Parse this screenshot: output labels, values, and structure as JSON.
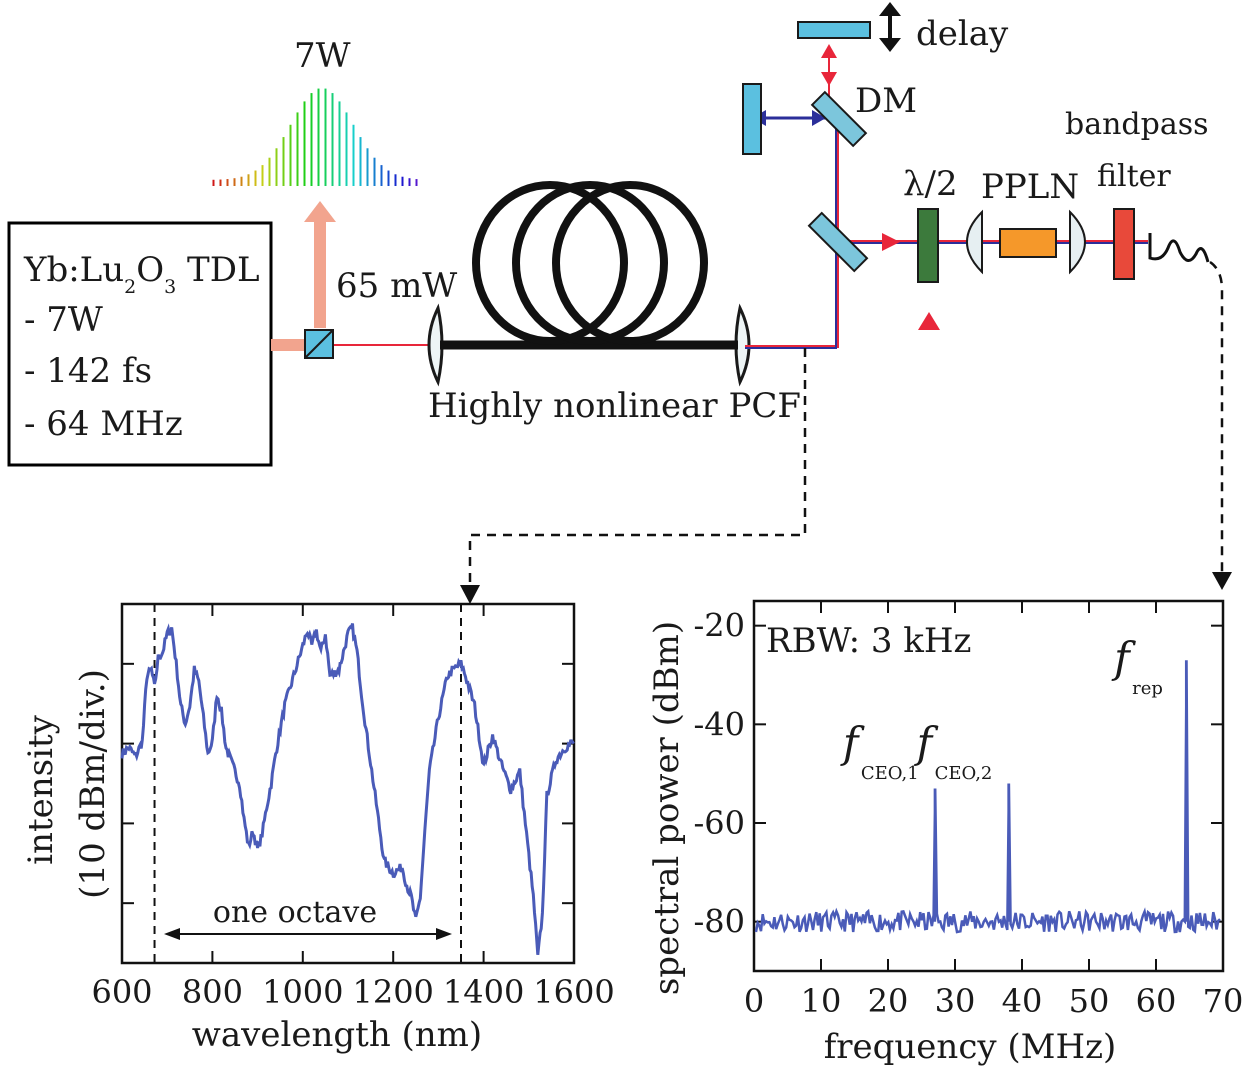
{
  "laser": {
    "name_parts": [
      "Yb:Lu",
      "2",
      "O",
      "3",
      " TDL"
    ],
    "specs": [
      "- 7W",
      "- 142 fs",
      "- 64 MHz"
    ]
  },
  "labels": {
    "comb_power": "7W",
    "fiber_power": "65 mW",
    "fiber": "Highly nonlinear PCF",
    "delay": "delay",
    "dm": "DM",
    "halfwave": "λ/2",
    "ppln": "PPLN",
    "bandpass_line1": "bandpass",
    "bandpass_line2": "filter"
  },
  "colors": {
    "trace": "#4a5bb8",
    "beam_red": "#e8263a",
    "beam_blue": "#2b2f9a",
    "mirror": "#5bc0e0",
    "halfwave_plate": "#3c7a3c",
    "ppln_crystal": "#f5982a",
    "filter": "#e8493a",
    "beam_pump": "#f2a48e"
  },
  "chart_data": [
    {
      "type": "line",
      "title": "",
      "xlabel": "wavelength (nm)",
      "ylabel_line1": "intensity",
      "ylabel_line2": "(10 dBm/div.)",
      "xlim": [
        600,
        1600
      ],
      "x_ticks": [
        600,
        800,
        1000,
        1200,
        1400,
        1600
      ],
      "y_divisions": 5,
      "annotation": "one octave",
      "octave_markers": [
        672,
        1350
      ],
      "series": [
        {
          "x": [
            600,
            615,
            630,
            645,
            655,
            665,
            672,
            680,
            690,
            700,
            710,
            720,
            730,
            740,
            750,
            760,
            770,
            780,
            790,
            800,
            810,
            820,
            830,
            840,
            850,
            860,
            870,
            880,
            890,
            900,
            910,
            920,
            930,
            940,
            960,
            980,
            1000,
            1010,
            1020,
            1030,
            1040,
            1050,
            1060,
            1080,
            1100,
            1110,
            1120,
            1130,
            1140,
            1160,
            1180,
            1200,
            1220,
            1230,
            1240,
            1250,
            1260,
            1270,
            1280,
            1300,
            1320,
            1340,
            1350,
            1360,
            1380,
            1400,
            1420,
            1440,
            1460,
            1480,
            1500,
            1510,
            1520,
            1530,
            1540,
            1560,
            1580,
            1600
          ],
          "y": [
            -35.0,
            -34.0,
            -35.5,
            -33.0,
            -22.0,
            -21.0,
            -24.0,
            -19.0,
            -18.0,
            -15.0,
            -14.0,
            -20.0,
            -27.0,
            -30.0,
            -27.0,
            -21.0,
            -23.0,
            -29.0,
            -35.0,
            -33.0,
            -25.0,
            -28.0,
            -34.0,
            -36.0,
            -38.0,
            -40.0,
            -46.0,
            -50.5,
            -48.0,
            -51.0,
            -48.5,
            -44.0,
            -40.0,
            -35.0,
            -27.0,
            -22.0,
            -17.0,
            -14.5,
            -17.0,
            -14.5,
            -18.0,
            -15.0,
            -22.0,
            -21.0,
            -15.0,
            -14.0,
            -18.0,
            -25.0,
            -31.0,
            -42.0,
            -53.0,
            -55.0,
            -54.0,
            -57.0,
            -59.0,
            -63.0,
            -59.0,
            -48.0,
            -38.0,
            -29.0,
            -22.0,
            -20.5,
            -20.0,
            -22.0,
            -27.0,
            -37.0,
            -32.0,
            -37.0,
            -41.0,
            -38.0,
            -52.0,
            -59.0,
            -69.0,
            -62.0,
            -42.0,
            -36.0,
            -34.0,
            -33.0
          ]
        }
      ]
    },
    {
      "type": "line",
      "title": "",
      "xlabel": "frequency (MHz)",
      "ylabel": "spectral power (dBm)",
      "xlim": [
        0,
        70
      ],
      "ylim": [
        -90,
        -15
      ],
      "x_ticks": [
        0,
        10,
        20,
        30,
        40,
        50,
        60,
        70
      ],
      "y_ticks": [
        -20,
        -40,
        -60,
        -80
      ],
      "annotation": "RBW: 3 kHz",
      "noise_floor_dBm": -80,
      "peaks": [
        {
          "label": "f",
          "subscript": "CEO,1",
          "freq_MHz": 27,
          "power_dBm": -53
        },
        {
          "label": "f",
          "subscript": "CEO,2",
          "freq_MHz": 38,
          "power_dBm": -52
        },
        {
          "label": "f",
          "subscript": "rep",
          "freq_MHz": 64.5,
          "power_dBm": -27
        }
      ]
    }
  ]
}
